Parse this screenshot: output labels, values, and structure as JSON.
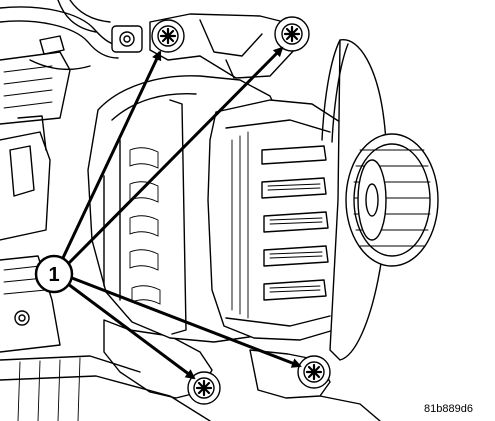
{
  "callout": {
    "label": "1"
  },
  "figure_id": "81b889d6",
  "fasteners": [
    {
      "name": "upper-left-bolt"
    },
    {
      "name": "upper-right-bolt"
    },
    {
      "name": "lower-left-bolt"
    },
    {
      "name": "lower-right-bolt"
    }
  ]
}
